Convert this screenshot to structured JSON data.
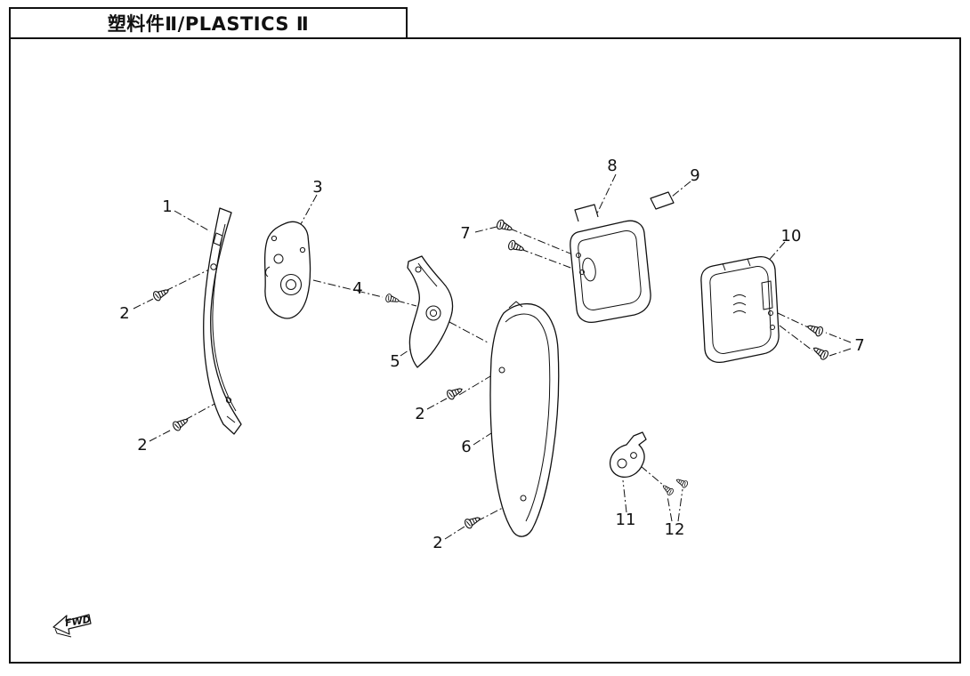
{
  "title": "塑料件Ⅱ/PLASTICS Ⅱ",
  "fwd_label": "FWD",
  "colors": {
    "line": "#111111",
    "background": "#ffffff"
  },
  "callouts": {
    "n1": "1",
    "n2": "2",
    "n3": "3",
    "n4": "4",
    "n5": "5",
    "n6": "6",
    "n7": "7",
    "n8": "8",
    "n9": "9",
    "n10": "10",
    "n11": "11",
    "n12": "12"
  }
}
